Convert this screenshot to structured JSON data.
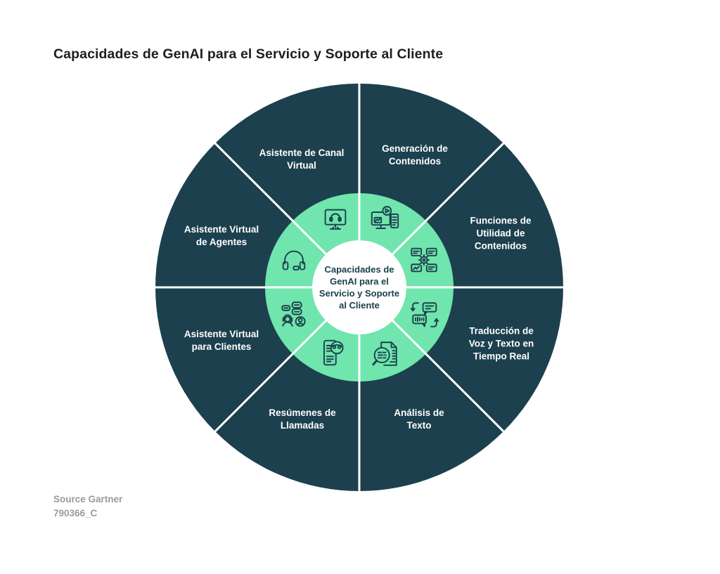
{
  "title": "Capacidades de GenAI para el Servicio y Soporte al Cliente",
  "wheel": {
    "center_label": "Capacidades de\nGenAI para el\nServicio y Soporte\nal Cliente",
    "segments": [
      {
        "id": "asistente-canal-virtual",
        "label": "Asistente de Canal\nVirtual",
        "icon": "monitor-headset-icon"
      },
      {
        "id": "generacion-contenidos",
        "label": "Generación de\nContenidos",
        "icon": "video-content-icon"
      },
      {
        "id": "funciones-utilidad-contenidos",
        "label": "Funciones de\nUtilidad de\nContenidos",
        "icon": "content-gear-icon"
      },
      {
        "id": "traduccion-voz-texto",
        "label": "Traducción de\nVoz y Texto en\nTiempo Real",
        "icon": "translate-bubbles-icon"
      },
      {
        "id": "analisis-texto",
        "label": "Análisis de\nTexto",
        "icon": "document-magnifier-icon"
      },
      {
        "id": "resumenes-llamadas",
        "label": "Resúmenes de\nLlamadas",
        "icon": "phone-call-summary-icon"
      },
      {
        "id": "asistente-virtual-clientes",
        "label": "Asistente Virtual\npara Clientes",
        "icon": "agent-customer-chat-icon"
      },
      {
        "id": "asistente-virtual-agentes",
        "label": "Asistente Virtual\nde Agentes",
        "icon": "headset-icon"
      }
    ]
  },
  "source": {
    "line1": "Source Gartner",
    "line2": "790366_C"
  },
  "colors": {
    "dark_teal": "#1C404D",
    "mint_green": "#70E5AD",
    "divider_white": "#FFFFFF",
    "title_text": "#1E1E1E",
    "source_text": "#9B9B9B",
    "background": "#FFFFFF"
  }
}
